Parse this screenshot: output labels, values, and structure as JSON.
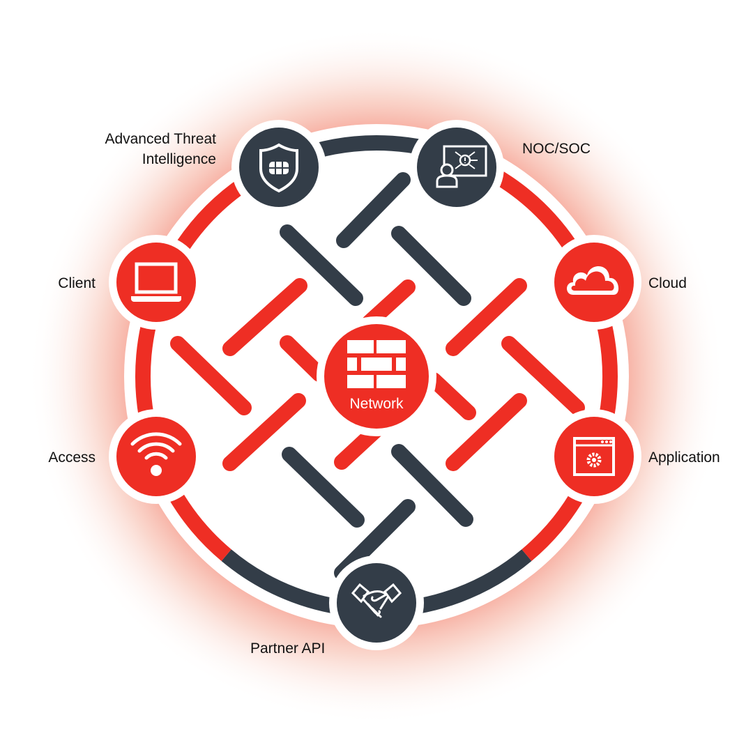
{
  "colors": {
    "red": "#ee2e24",
    "dark": "#333d48",
    "glow": "#f4a58f"
  },
  "center": {
    "label": "Network",
    "icon": "brick-wall-icon",
    "color": "red"
  },
  "nodes": [
    {
      "id": "advanced-threat-intelligence",
      "label_lines": [
        "Advanced Threat",
        "Intelligence"
      ],
      "icon": "shield-icon",
      "color": "dark"
    },
    {
      "id": "noc-soc",
      "label_lines": [
        "NOC/SOC"
      ],
      "icon": "monitoring-screen-icon",
      "color": "dark"
    },
    {
      "id": "client",
      "label_lines": [
        "Client"
      ],
      "icon": "laptop-icon",
      "color": "red"
    },
    {
      "id": "cloud",
      "label_lines": [
        "Cloud"
      ],
      "icon": "cloud-icon",
      "color": "red"
    },
    {
      "id": "access",
      "label_lines": [
        "Access"
      ],
      "icon": "wifi-icon",
      "color": "red"
    },
    {
      "id": "application",
      "label_lines": [
        "Application"
      ],
      "icon": "app-window-gear-icon",
      "color": "red"
    },
    {
      "id": "partner-api",
      "label_lines": [
        "Partner API"
      ],
      "icon": "handshake-icon",
      "color": "dark"
    }
  ]
}
